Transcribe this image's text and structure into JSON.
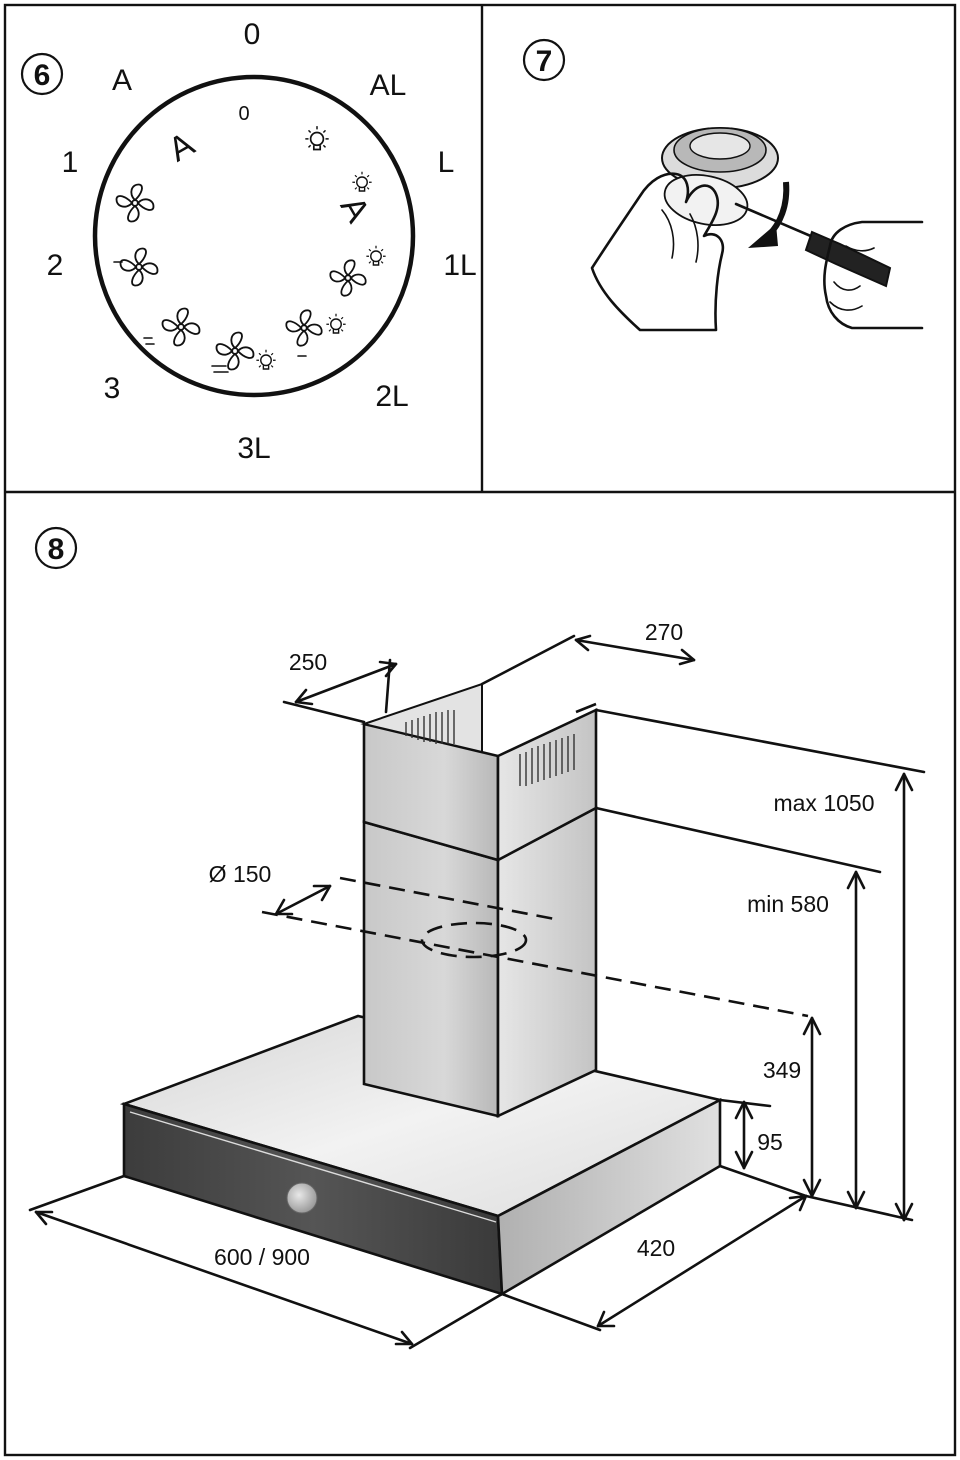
{
  "steps": {
    "step6": "6",
    "step7": "7",
    "step8": "8"
  },
  "dial": {
    "outer_labels": {
      "top": "0",
      "a": "A",
      "al": "AL",
      "one": "1",
      "l": "L",
      "two": "2",
      "one_l": "1L",
      "three": "3",
      "two_l": "2L",
      "three_l": "3L"
    },
    "inner_labels": {
      "zero": "0",
      "a_left": "A",
      "a_right": "A"
    },
    "icons": [
      "fan-speed-1-icon",
      "fan-speed-2-icon",
      "fan-speed-3-icon",
      "light-bulb-icon"
    ]
  },
  "dimensions": {
    "width_top": "250",
    "depth_top": "270",
    "max_height": "max 1050",
    "min_height": "min 580",
    "duct_diameter": "Ø 150",
    "outlet_height": "349",
    "canopy_height": "95",
    "hood_width": "600 / 900",
    "hood_depth": "420"
  },
  "colors": {
    "line": "#111111",
    "chimney": "#bdbdbd",
    "front_panel": "#4a4a4a",
    "canopy_top": "#e9e9e9",
    "canopy_side": "#c9c9c9",
    "knob": "#bfbfbf"
  }
}
